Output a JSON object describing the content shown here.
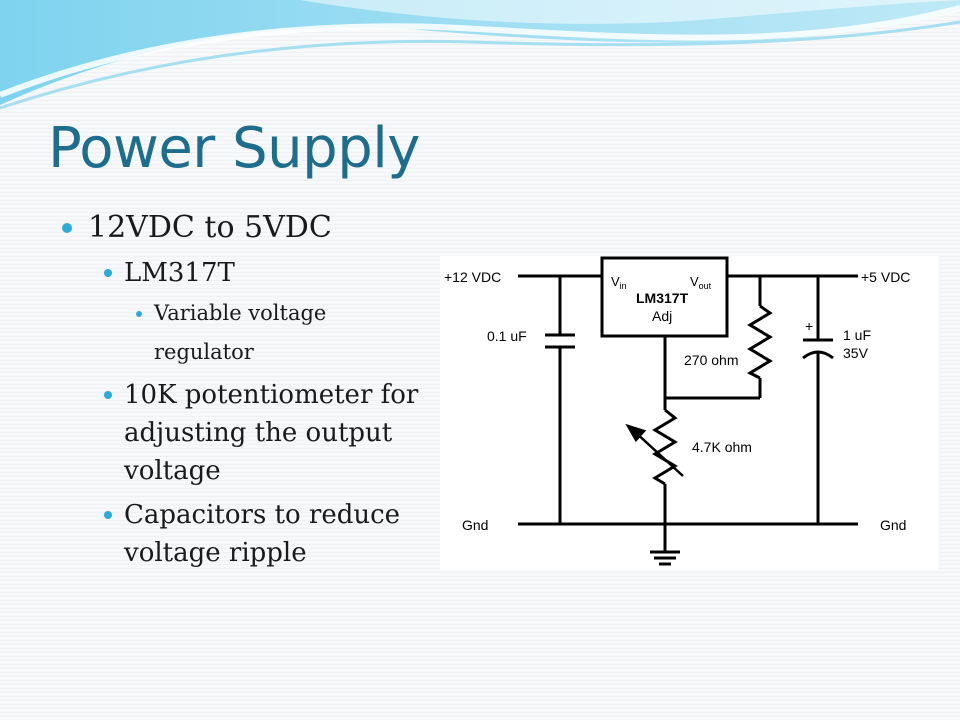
{
  "slide": {
    "title": "Power Supply",
    "bullets": [
      {
        "level": 1,
        "text": "12VDC to 5VDC"
      },
      {
        "level": 2,
        "text": "LM317T"
      },
      {
        "level": 3,
        "text": "Variable voltage regulator"
      },
      {
        "level": 2,
        "text": "10K potentiometer for adjusting the output voltage"
      },
      {
        "level": 2,
        "text": "Capacitors to reduce voltage ripple"
      }
    ]
  },
  "diagram": {
    "input_label": "+12 VDC",
    "output_label": "+5 VDC",
    "regulator": {
      "name": "LM317T",
      "vin": "V",
      "vin_sub": "in",
      "vout": "V",
      "vout_sub": "out",
      "adj": "Adj"
    },
    "cap_in": "0.1 uF",
    "cap_out_value": "1 uF",
    "cap_out_voltage": "35V",
    "cap_out_polarity": "+",
    "resistor": "270 ohm",
    "potentiometer": "4.7K ohm",
    "gnd_left": "Gnd",
    "gnd_right": "Gnd"
  },
  "colors": {
    "title": "#1f6d8c",
    "bullet": "#2eaad6",
    "wave": "#5ec3e6"
  }
}
